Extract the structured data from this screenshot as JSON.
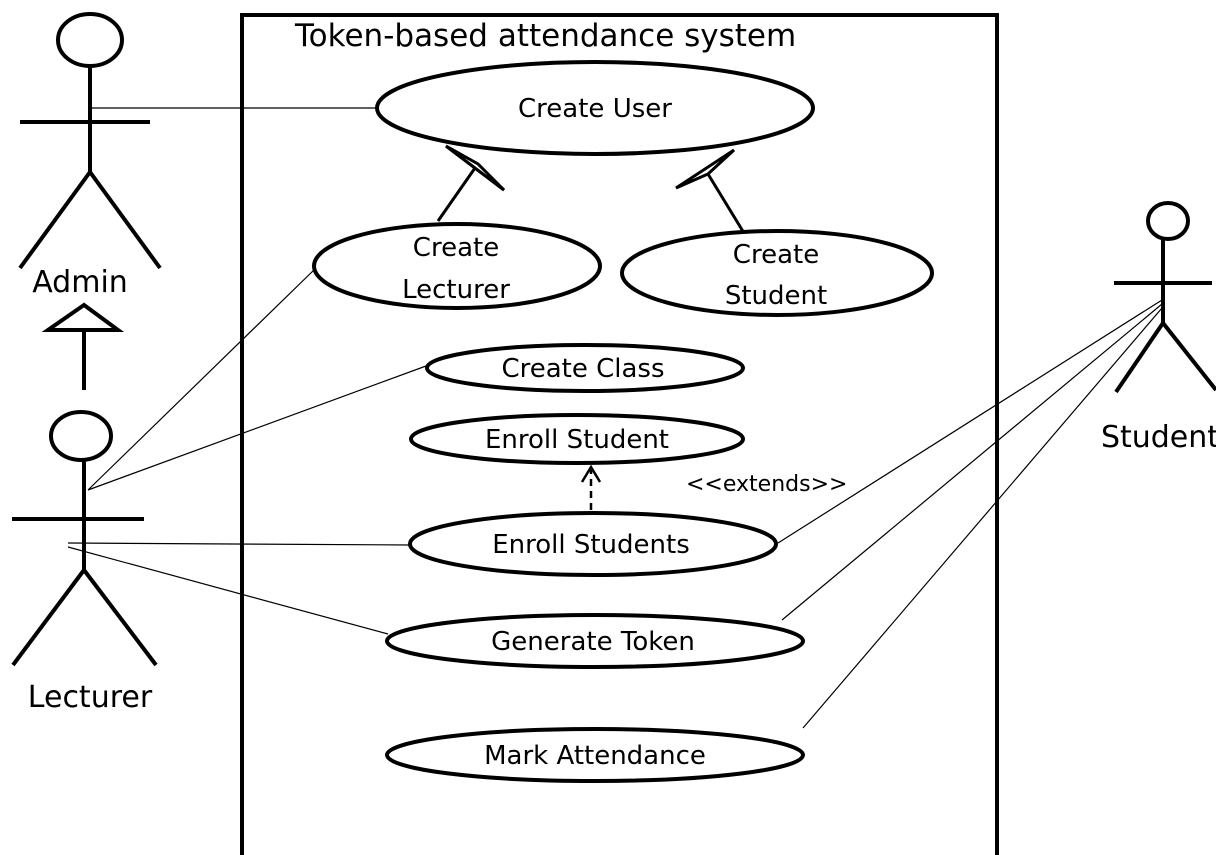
{
  "system": {
    "title": "Token-based attendance system"
  },
  "actors": {
    "admin": "Admin",
    "lecturer": "Lecturer",
    "student": "Student"
  },
  "use_cases": {
    "create_user": "Create User",
    "create_lecturer_1": "Create",
    "create_lecturer_2": "Lecturer",
    "create_student_1": "Create",
    "create_student_2": "Student",
    "create_class": "Create Class",
    "enroll_student": "Enroll Student",
    "enroll_students": "Enroll Students",
    "generate_token": "Generate Token",
    "mark_attendance": "Mark Attendance"
  },
  "stereotype": "<<extends>>"
}
